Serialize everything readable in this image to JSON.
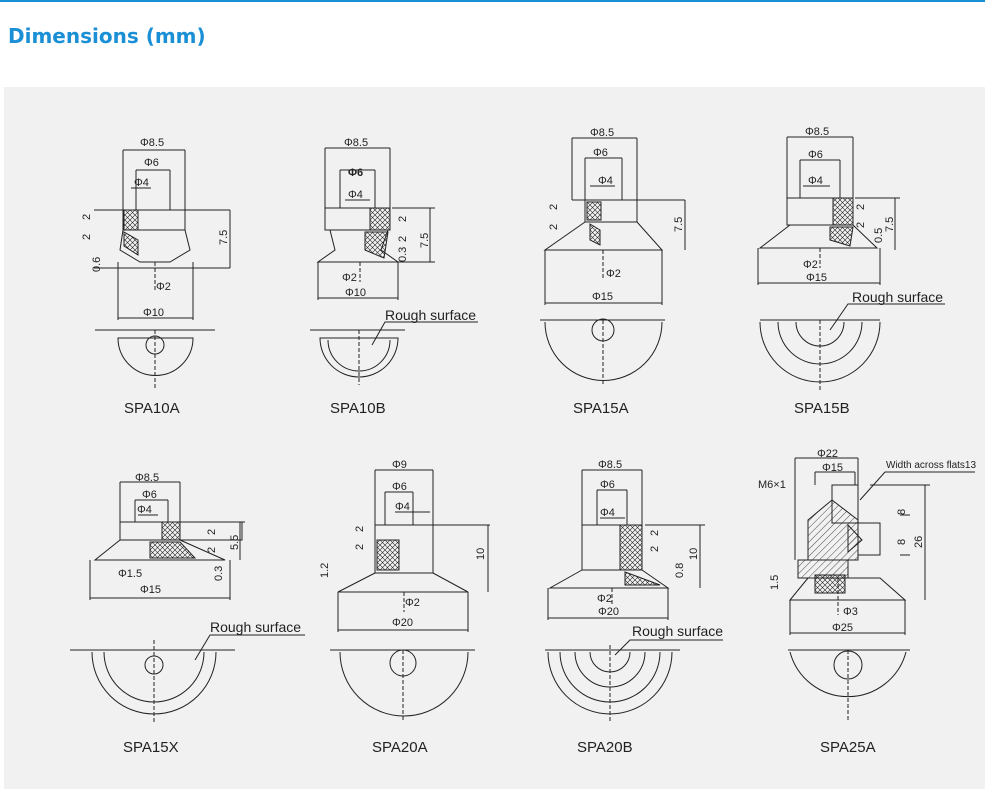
{
  "page": {
    "title": "Dimensions (mm)",
    "accent_color": "#1a8fd6",
    "panel_color": "#f1f1f1"
  },
  "models": [
    {
      "name": "SPA10A",
      "dims": {
        "d_top": "Φ8.5",
        "d_mid": "Φ6",
        "d_in": "Φ4",
        "d_hole": "Φ2",
        "d_cup": "Φ10",
        "h1": "2",
        "h2": "2",
        "h3": "0.6",
        "height": "7.5"
      }
    },
    {
      "name": "SPA10B",
      "dims": {
        "d_top": "Φ8.5",
        "d_mid": "Φ6",
        "d_in": "Φ4",
        "d_hole": "Φ2",
        "d_cup": "Φ10",
        "h1": "2",
        "h2": "2",
        "h3": "0.3",
        "height": "7.5"
      },
      "note": "Rough surface"
    },
    {
      "name": "SPA15A",
      "dims": {
        "d_top": "Φ8.5",
        "d_mid": "Φ6",
        "d_in": "Φ4",
        "d_hole": "Φ2",
        "d_cup": "Φ15",
        "h1": "2",
        "h2": "2",
        "height": "7.5"
      }
    },
    {
      "name": "SPA15B",
      "dims": {
        "d_top": "Φ8.5",
        "d_mid": "Φ6",
        "d_in": "Φ4",
        "d_hole": "Φ2",
        "d_cup": "Φ15",
        "h1": "2",
        "h2": "2",
        "h3": "0.5",
        "height": "7.5"
      },
      "note": "Rough surface"
    },
    {
      "name": "SPA15X",
      "dims": {
        "d_top": "Φ8.5",
        "d_mid": "Φ6",
        "d_in": "Φ4",
        "d_hole": "Φ1.5",
        "d_cup": "Φ15",
        "h1": "2",
        "h2": "2",
        "h3": "0.3",
        "height": "5.5"
      },
      "note": "Rough surface"
    },
    {
      "name": "SPA20A",
      "dims": {
        "d_top": "Φ9",
        "d_mid": "Φ6",
        "d_in": "Φ4",
        "d_hole": "Φ2",
        "d_cup": "Φ20",
        "h1": "2",
        "h2": "2",
        "h3": "1.2",
        "height": "10"
      }
    },
    {
      "name": "SPA20B",
      "dims": {
        "d_top": "Φ8.5",
        "d_mid": "Φ6",
        "d_in": "Φ4",
        "d_hole": "Φ2",
        "d_cup": "Φ20",
        "h1": "2",
        "h2": "2",
        "h3": "0.8",
        "height": "10"
      },
      "note": "Rough surface"
    },
    {
      "name": "SPA25A",
      "dims": {
        "d_top": "Φ22",
        "d_mid": "Φ15",
        "thread": "M6×1",
        "flats": "Width across flats13",
        "d_hole": "Φ3",
        "d_cup": "Φ25",
        "h1": "8",
        "h2": "8",
        "h3": "1.5",
        "height": "26"
      }
    }
  ]
}
